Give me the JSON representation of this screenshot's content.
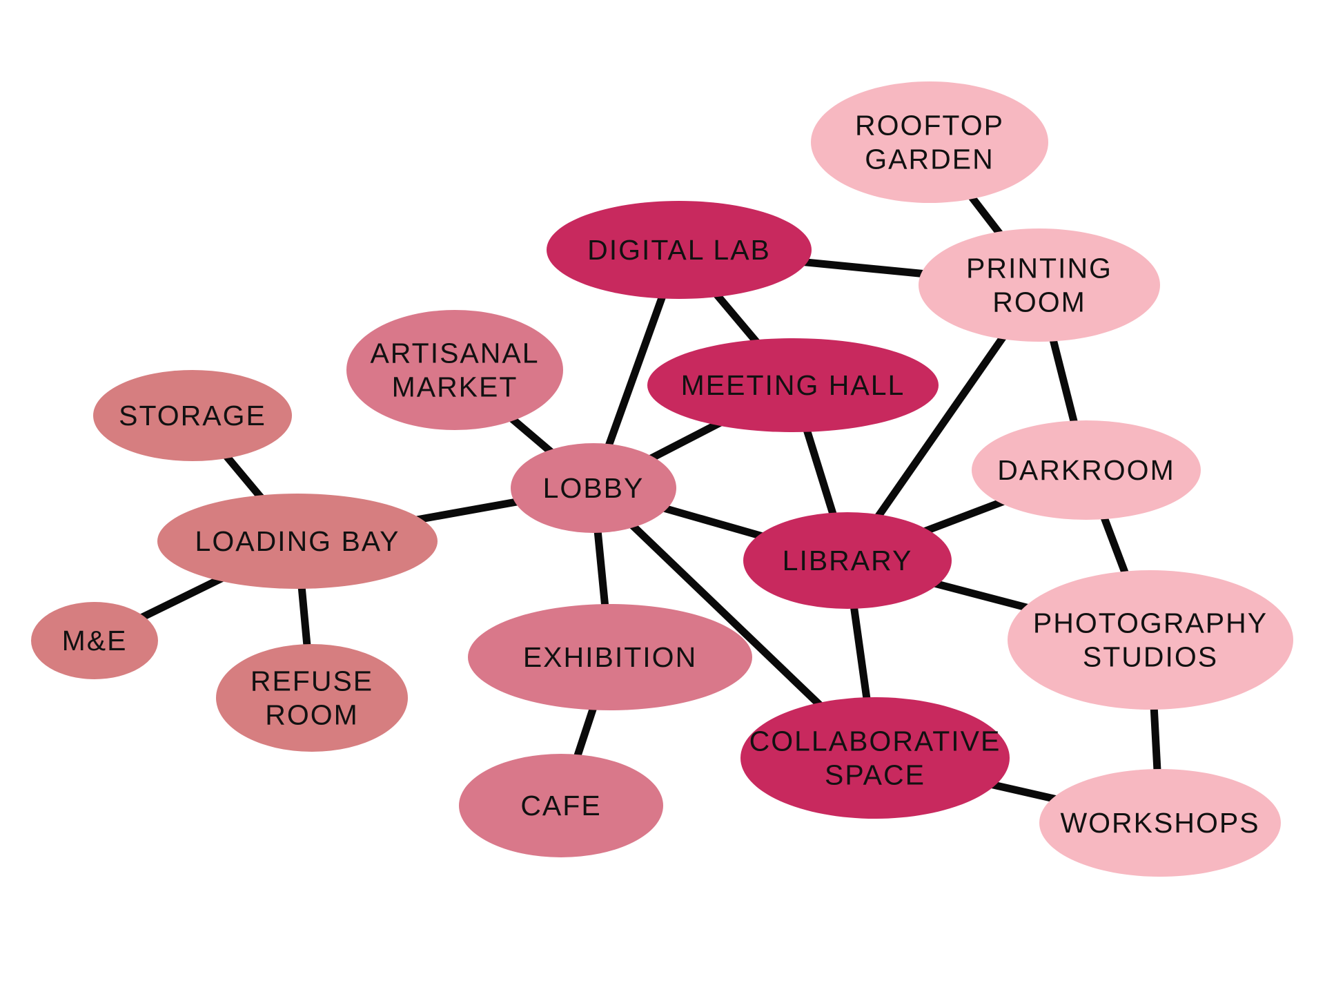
{
  "palette": {
    "core": "#c8295e",
    "public": "#d9788a",
    "service": "#d67e80",
    "studio": "#f7b8c1",
    "edge": "#0a0a0a",
    "text": "#111111"
  },
  "nodes": [
    {
      "id": "rooftop-garden",
      "lines": [
        "ROOFTOP",
        "GARDEN"
      ],
      "group": "studio"
    },
    {
      "id": "digital-lab",
      "lines": [
        "DIGITAL LAB"
      ],
      "group": "core"
    },
    {
      "id": "printing-room",
      "lines": [
        "PRINTING",
        "ROOM"
      ],
      "group": "studio"
    },
    {
      "id": "artisanal-market",
      "lines": [
        "ARTISANAL",
        "MARKET"
      ],
      "group": "public"
    },
    {
      "id": "meeting-hall",
      "lines": [
        "MEETING HALL"
      ],
      "group": "core"
    },
    {
      "id": "storage",
      "lines": [
        "STORAGE"
      ],
      "group": "service"
    },
    {
      "id": "darkroom",
      "lines": [
        "DARKROOM"
      ],
      "group": "studio"
    },
    {
      "id": "lobby",
      "lines": [
        "LOBBY"
      ],
      "group": "public"
    },
    {
      "id": "loading-bay",
      "lines": [
        "LOADING BAY"
      ],
      "group": "service"
    },
    {
      "id": "library",
      "lines": [
        "LIBRARY"
      ],
      "group": "core"
    },
    {
      "id": "photography-studios",
      "lines": [
        "PHOTOGRAPHY",
        "STUDIOS"
      ],
      "group": "studio"
    },
    {
      "id": "m-and-e",
      "lines": [
        "M&E"
      ],
      "group": "service"
    },
    {
      "id": "exhibition",
      "lines": [
        "EXHIBITION"
      ],
      "group": "public"
    },
    {
      "id": "refuse-room",
      "lines": [
        "REFUSE",
        "ROOM"
      ],
      "group": "service"
    },
    {
      "id": "collaborative-space",
      "lines": [
        "COLLABORATIVE",
        "SPACE"
      ],
      "group": "core"
    },
    {
      "id": "cafe",
      "lines": [
        "CAFE"
      ],
      "group": "public"
    },
    {
      "id": "workshops",
      "lines": [
        "WORKSHOPS"
      ],
      "group": "studio"
    }
  ],
  "edges": [
    [
      "rooftop-garden",
      "printing-room"
    ],
    [
      "digital-lab",
      "printing-room"
    ],
    [
      "digital-lab",
      "meeting-hall"
    ],
    [
      "digital-lab",
      "lobby"
    ],
    [
      "printing-room",
      "library"
    ],
    [
      "printing-room",
      "darkroom"
    ],
    [
      "artisanal-market",
      "lobby"
    ],
    [
      "meeting-hall",
      "lobby"
    ],
    [
      "meeting-hall",
      "library"
    ],
    [
      "storage",
      "loading-bay"
    ],
    [
      "lobby",
      "loading-bay"
    ],
    [
      "lobby",
      "library"
    ],
    [
      "lobby",
      "exhibition"
    ],
    [
      "lobby",
      "collaborative-space"
    ],
    [
      "darkroom",
      "library"
    ],
    [
      "darkroom",
      "photography-studios"
    ],
    [
      "loading-bay",
      "m-and-e"
    ],
    [
      "loading-bay",
      "refuse-room"
    ],
    [
      "library",
      "photography-studios"
    ],
    [
      "library",
      "collaborative-space"
    ],
    [
      "photography-studios",
      "workshops"
    ],
    [
      "exhibition",
      "cafe"
    ],
    [
      "collaborative-space",
      "workshops"
    ]
  ]
}
